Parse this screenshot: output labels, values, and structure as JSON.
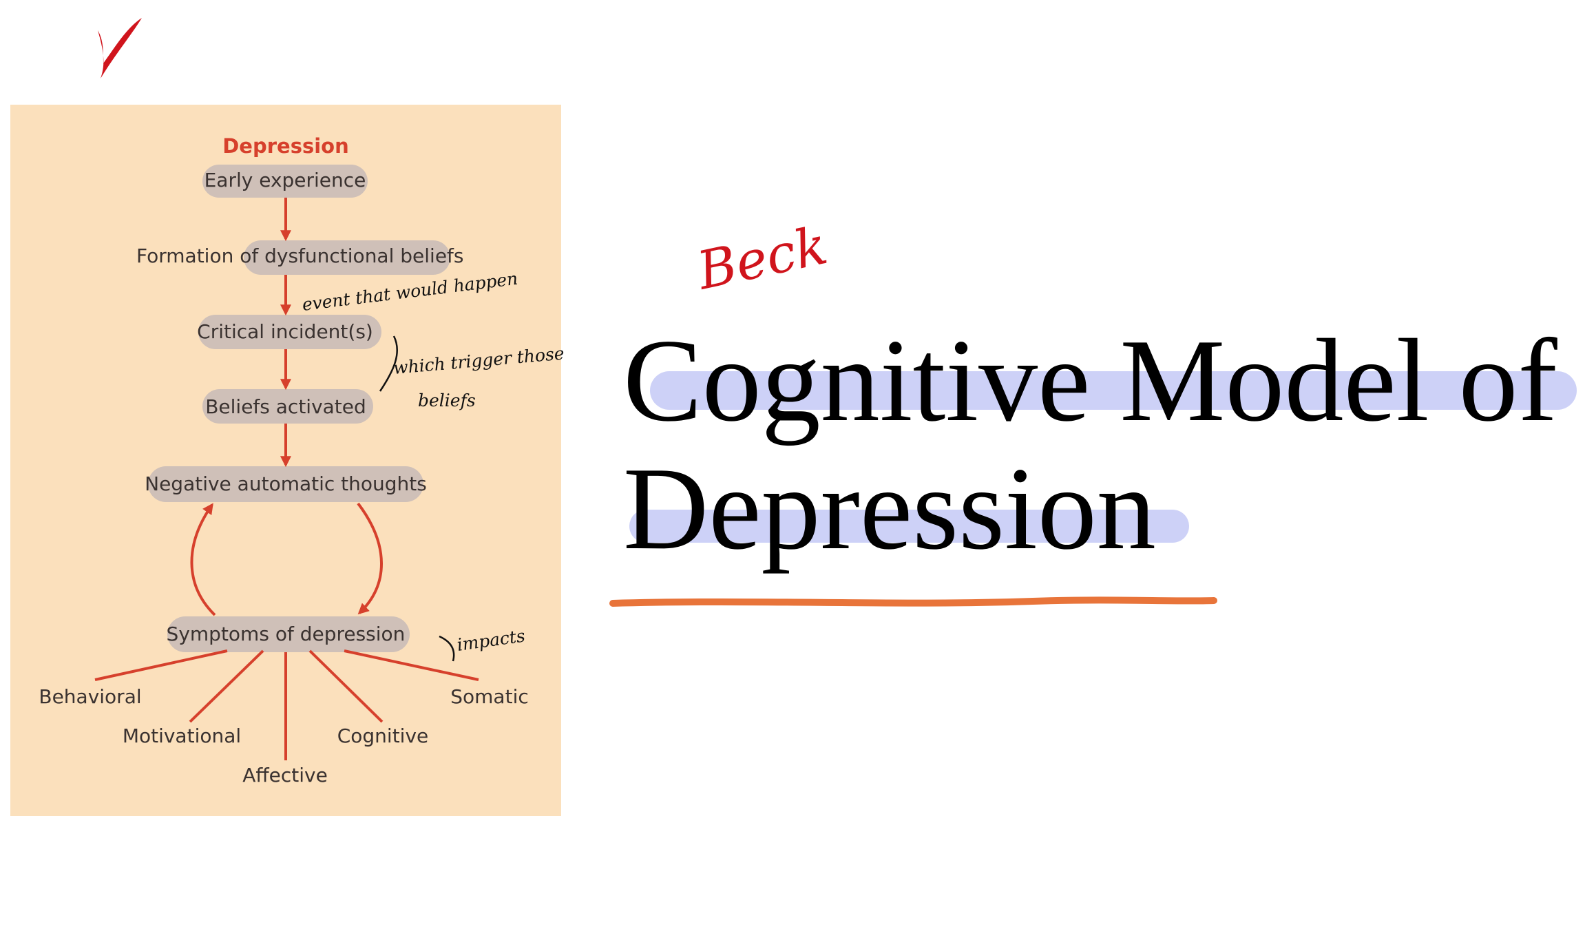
{
  "slide": {
    "title_line1": "Cognitive Model of",
    "title_line2": "Depression",
    "author_annotation": "Beck"
  },
  "diagram": {
    "title": "Depression",
    "nodes": {
      "early_experience": "Early experience",
      "formation_prefix": "Formation of ",
      "dysfunctional_beliefs": "dysfunctional beliefs",
      "critical_incidents": "Critical incident(s)",
      "beliefs_activated": "Beliefs activated",
      "negative_automatic_thoughts": "Negative automatic thoughts",
      "symptoms_of_depression": "Symptoms of depression"
    },
    "symptom_branches": [
      "Behavioral",
      "Motivational",
      "Affective",
      "Cognitive",
      "Somatic"
    ],
    "handwritten_notes": {
      "event": "event that would happen",
      "trigger_line1": "which trigger those",
      "trigger_line2": "beliefs",
      "impacts": "impacts"
    }
  },
  "colors": {
    "panel_background": "#fbe0bc",
    "node_fill": "#cfc0b8",
    "arrow_red": "#d6402c",
    "highlight": "#cdd1f7",
    "underline_orange": "#e8743a",
    "annotation_red": "#d0141c"
  }
}
